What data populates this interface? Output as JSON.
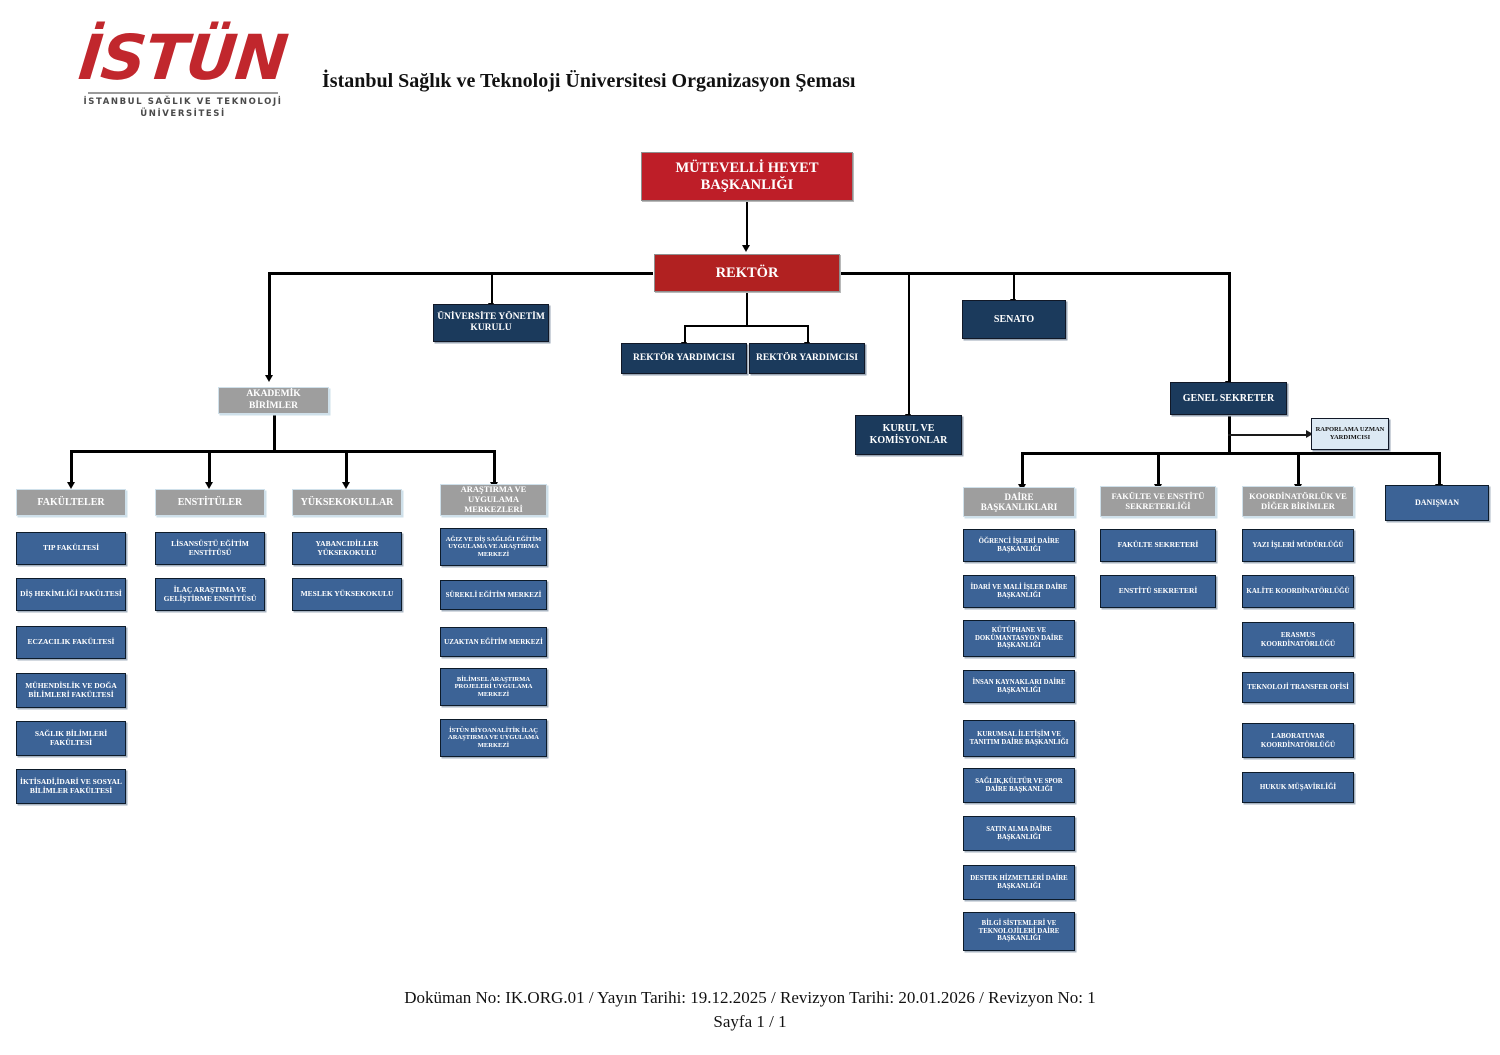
{
  "logo": {
    "wordmark": "İSTÜN",
    "line1": "İSTANBUL SAĞLIK VE TEKNOLOJİ",
    "line2": "ÜNİVERSİTESİ"
  },
  "title": "İstanbul Sağlık ve Teknoloji Üniversitesi Organizasyon Şeması",
  "colors": {
    "brand_red": "#C1272D",
    "board_red": "#BE1E28",
    "rector_red": "#B12121",
    "navy": "#1B3A5C",
    "blue": "#3C6396",
    "gray": "#9E9E9E",
    "light_blue": "#DCE9F4"
  },
  "nodes": {
    "board": "MÜTEVELLİ HEYET BAŞKANLIĞI",
    "rector": "REKTÖR",
    "vice_rector_1": "REKTÖR YARDIMCISI",
    "vice_rector_2": "REKTÖR YARDIMCISI",
    "university_board": "ÜNİVERSİTE YÖNETİM KURULU",
    "senate": "SENATO",
    "councils": "KURUL VE KOMİSYONLAR",
    "secretary_general": "GENEL SEKRETER",
    "reporting_specialist": "RAPORLAMA UZMAN YARDIMCISI",
    "advisor": "DANIŞMAN",
    "academic_units": "AKADEMİK BİRİMLER"
  },
  "groups": {
    "faculties": {
      "header": "FAKÜLTELER",
      "items": [
        "TIP FAKÜLTESİ",
        "DİŞ HEKİMLİĞİ FAKÜLTESİ",
        "ECZACILIK FAKÜLTESİ",
        "MÜHENDİSLİK VE DOĞA BİLİMLERİ FAKÜLTESİ",
        "SAĞLIK BİLİMLERİ FAKÜLTESİ",
        "İKTİSADİ,İDARİ VE SOSYAL BİLİMLER FAKÜLTESİ"
      ]
    },
    "institutes": {
      "header": "ENSTİTÜLER",
      "items": [
        "LİSANSÜSTÜ EĞİTİM ENSTİTÜSÜ",
        "İLAÇ ARAŞTIMA VE GELİŞTİRME ENSTİTÜSÜ"
      ]
    },
    "vocational_schools": {
      "header": "YÜKSEKOKULLAR",
      "items": [
        "YABANCIDİLLER YÜKSEKOKULU",
        "MESLEK YÜKSEKOKULU"
      ]
    },
    "research_centers": {
      "header": "ARAŞTIRMA VE UYGULAMA MERKEZLERİ",
      "items": [
        "AĞIZ VE DİŞ SAĞLIĞI EĞİTİM UYGULAMA VE ARAŞTIRMA MERKEZİ",
        "SÜREKLİ EĞİTİM MERKEZİ",
        "UZAKTAN EĞİTİM MERKEZİ",
        "BİLİMSEL ARAŞTIRMA PROJELERİ UYGULAMA MERKEZİ",
        "İSTÜN BİYOANALİTİK İLAÇ ARAŞTIRMA VE UYGULAMA MERKEZİ"
      ]
    },
    "departments": {
      "header": "DAİRE BAŞKANLIKLARI",
      "items": [
        "ÖĞRENCİ İŞLERİ DAİRE BAŞKANLIĞI",
        "İDARİ VE MALİ İŞLER DAİRE BAŞKANLIĞI",
        "KÜTÜPHANE VE DOKÜMANTASYON DAİRE BAŞKANLIĞI",
        "İNSAN KAYNAKLARI DAİRE BAŞKANLIĞI",
        "KURUMSAL İLETİŞİM VE TANITIM DAİRE BAŞKANLIĞI",
        "SAĞLIK,KÜLTÜR VE SPOR DAİRE BAŞKANLIĞI",
        "SATIN ALMA DAİRE BAŞKANLIĞI",
        "DESTEK HİZMETLERİ DAİRE BAŞKANLIĞI",
        "BİLGİ SİSTEMLERİ VE TEKNOLOJİLERİ DAİRE BAŞKANLIĞI"
      ]
    },
    "secretariats": {
      "header": "FAKÜLTE VE ENSTİTÜ SEKRETERLİĞİ",
      "items": [
        "FAKÜLTE SEKRETERİ",
        "ENSTİTÜ SEKRETERİ"
      ]
    },
    "coordinatorships": {
      "header": "KOORDİNATÖRLÜK VE DİĞER BİRİMLER",
      "items": [
        "YAZI İŞLERİ MÜDÜRLÜĞÜ",
        "KALİTE KOORDİNATÖRLÜĞÜ",
        "ERASMUS KOORDİNATÖRLÜĞÜ",
        "TEKNOLOJİ TRANSFER OFİSİ",
        "LABORATUVAR KOORDİNATÖRLÜĞÜ",
        "HUKUK MÜŞAVİRLİĞİ"
      ]
    }
  },
  "footer": {
    "line1": "Doküman No: IK.ORG.01 / Yayın Tarihi: 19.12.2025 / Revizyon Tarihi: 20.01.2026 / Revizyon No: 1",
    "line2": "Sayfa 1 / 1"
  }
}
